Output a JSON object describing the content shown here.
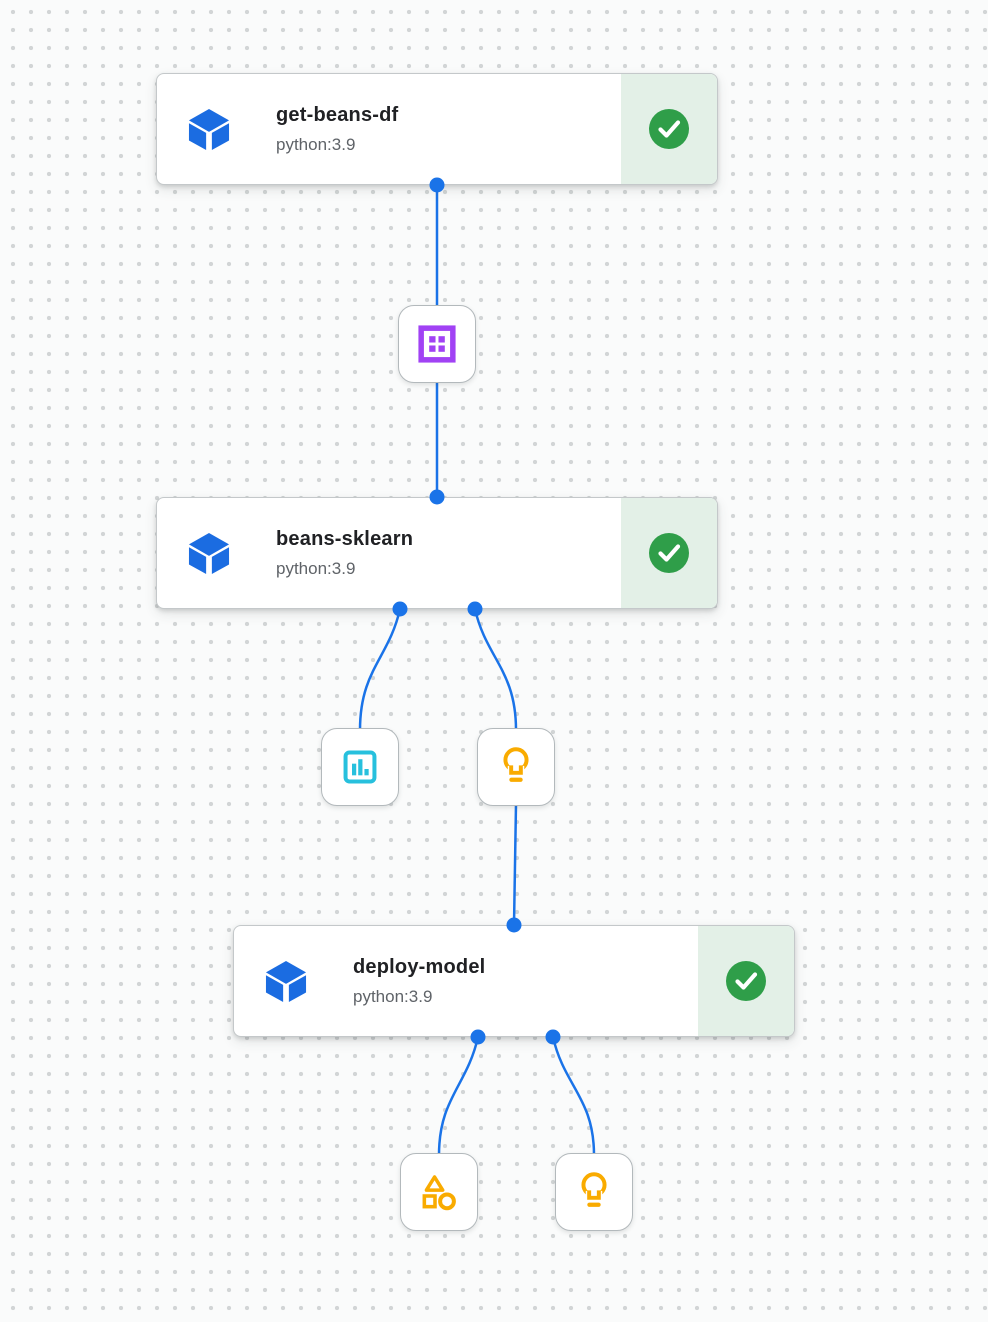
{
  "pipeline": {
    "tasks": [
      {
        "name": "get-beans-df",
        "runtime": "python:3.9",
        "status": "succeeded"
      },
      {
        "name": "beans-sklearn",
        "runtime": "python:3.9",
        "status": "succeeded"
      },
      {
        "name": "deploy-model",
        "runtime": "python:3.9",
        "status": "succeeded"
      }
    ],
    "artifacts": [
      {
        "icon": "dataset"
      },
      {
        "icon": "metrics"
      },
      {
        "icon": "model"
      },
      {
        "icon": "generic-artifact"
      },
      {
        "icon": "model"
      }
    ],
    "colors": {
      "edge_blue": "#1a73e8",
      "component_blue": "#1b6ce1",
      "dataset_purple": "#a142f4",
      "metrics_cyan": "#27c0dd",
      "model_amber": "#f9ab00",
      "success_green": "#2f9e49",
      "success_bg": "#e3f0e7",
      "canvas_bg": "#fafbfb",
      "dot_gray": "#d2d5d6"
    }
  }
}
